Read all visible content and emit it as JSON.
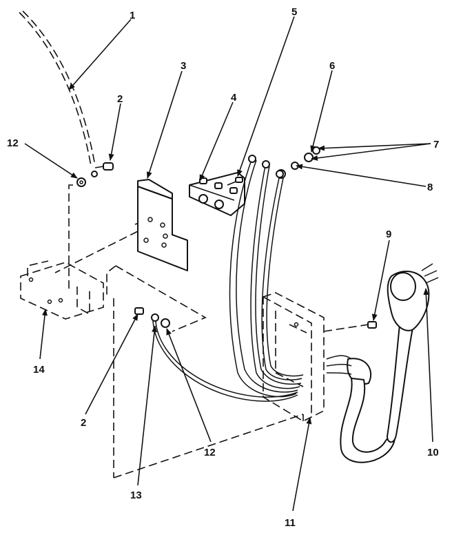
{
  "callouts": {
    "c1": "1",
    "c2_top": "2",
    "c2_bottom": "2",
    "c3": "3",
    "c4": "4",
    "c5": "5",
    "c6": "6",
    "c7": "7",
    "c8": "8",
    "c9": "9",
    "c10": "10",
    "c11": "11",
    "c12_top": "12",
    "c12_bottom": "12",
    "c13": "13",
    "c14": "14"
  }
}
